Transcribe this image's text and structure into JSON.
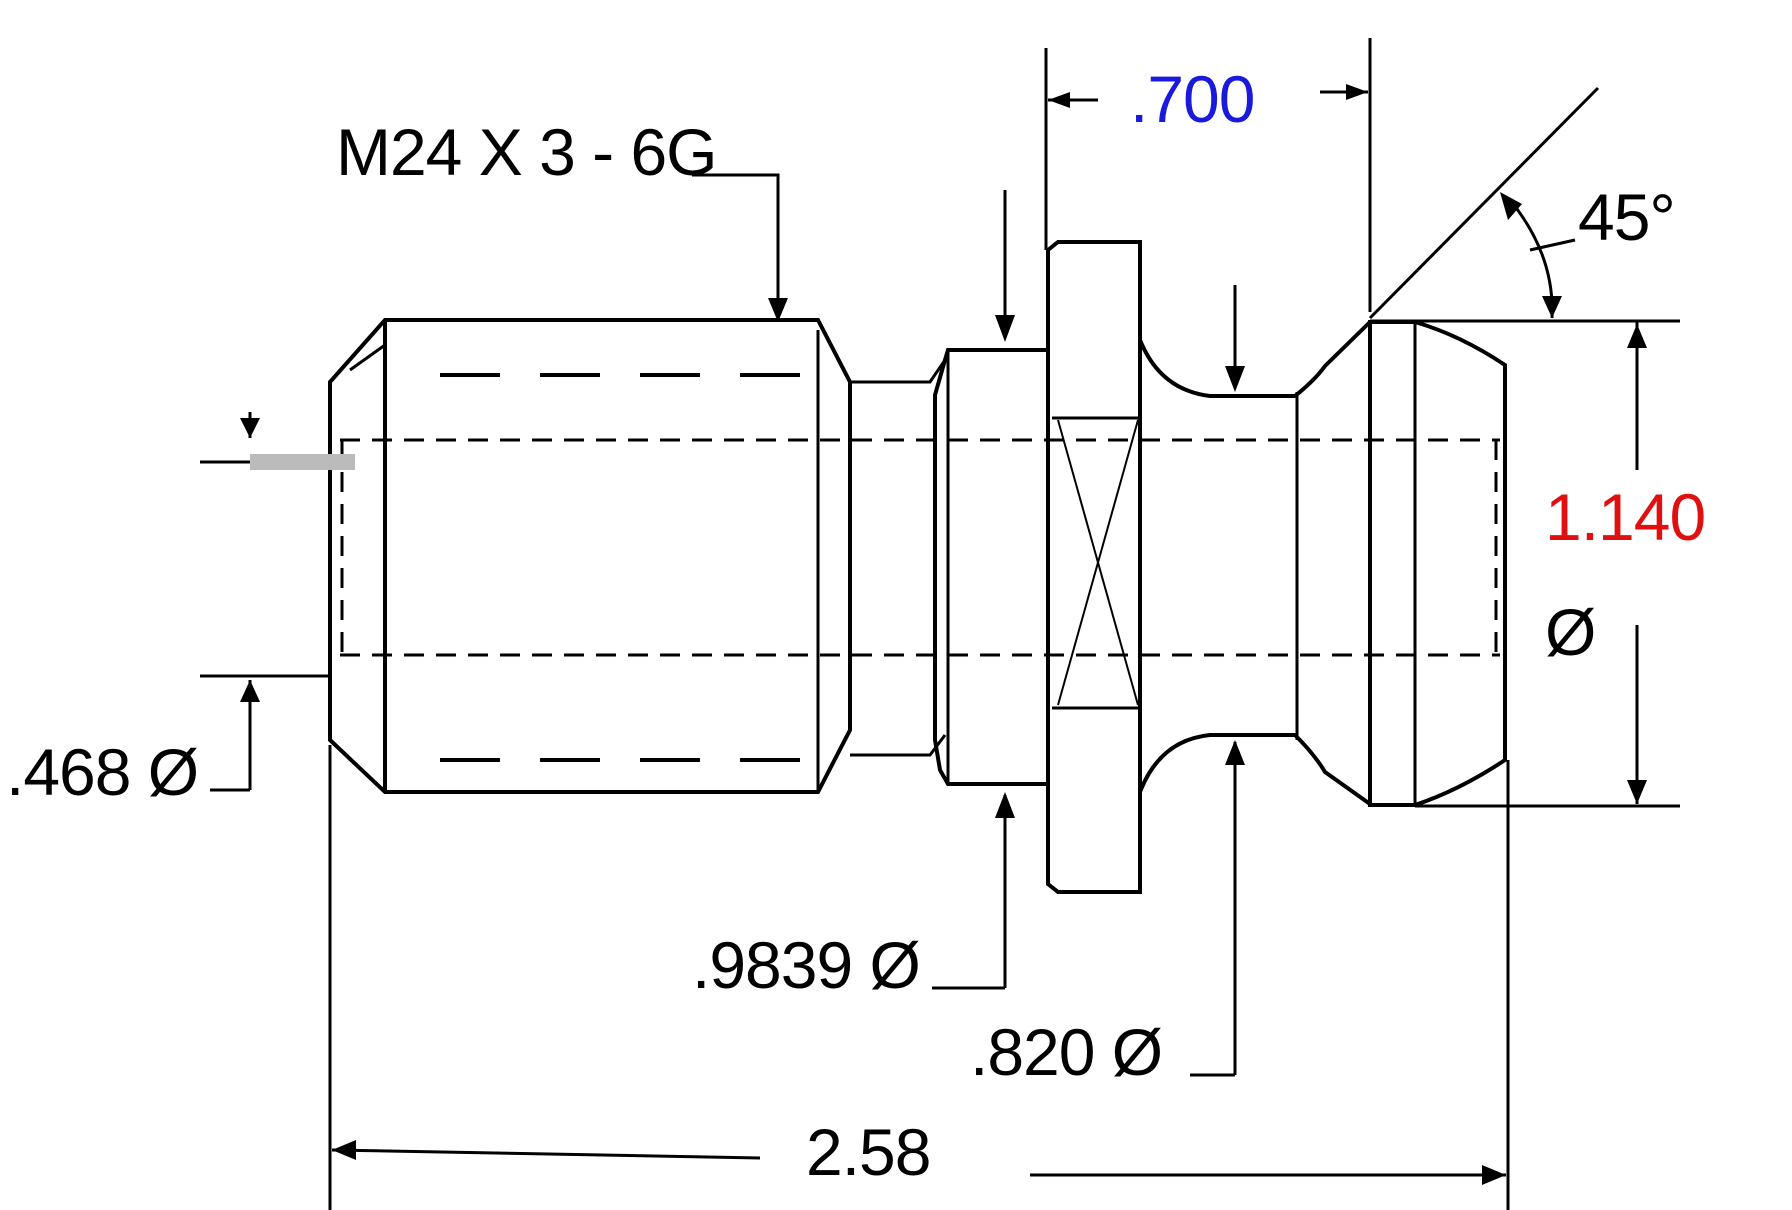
{
  "drawing": {
    "thread_callout": "M24 X 3 - 6G",
    "dimensions": {
      "flange_width": ".700",
      "angle": "45°",
      "knob_diameter": "1.140",
      "knob_diameter_symbol": "Ø",
      "bore_diameter": ".468 Ø",
      "collar_diameter": ".9839 Ø",
      "neck_diameter": ".820 Ø",
      "overall_length": "2.58"
    },
    "colors": {
      "ink": "#000000",
      "flange_width_text": "#1a1adc",
      "knob_diameter_text": "#e01010",
      "background": "#ffffff"
    }
  }
}
